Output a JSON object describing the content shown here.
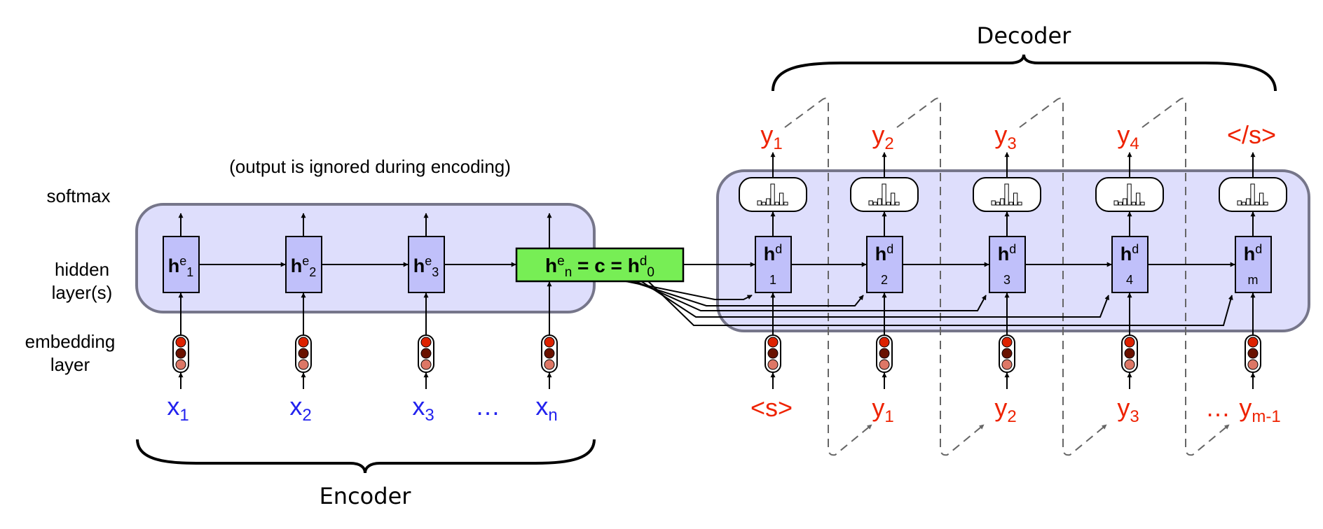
{
  "titles": {
    "decoder": "Decoder",
    "encoder": "Encoder",
    "annotation": "(output is ignored during encoding)"
  },
  "row_labels": {
    "softmax": "softmax",
    "hidden_1": "hidden",
    "hidden_2": "layer(s)",
    "embedding_1": "embedding",
    "embedding_2": "layer"
  },
  "encoder": {
    "cells": [
      {
        "base": "h",
        "sup": "e",
        "sub": "1"
      },
      {
        "base": "h",
        "sup": "e",
        "sub": "2"
      },
      {
        "base": "h",
        "sup": "e",
        "sub": "3"
      }
    ],
    "inputs": [
      {
        "base": "x",
        "sub": "1"
      },
      {
        "base": "x",
        "sub": "2"
      },
      {
        "base": "x",
        "sub": "3"
      },
      {
        "base": "x",
        "sub": "n"
      }
    ],
    "ellipsis": "…",
    "context": {
      "h": "h",
      "e": "e",
      "n": "n",
      "eq1": " = ",
      "c": "c",
      "eq2": " = ",
      "h2": "h",
      "d": "d",
      "zero": "0"
    }
  },
  "decoder": {
    "cells": [
      {
        "base": "h",
        "sup": "d",
        "sub": "1"
      },
      {
        "base": "h",
        "sup": "d",
        "sub": "2"
      },
      {
        "base": "h",
        "sup": "d",
        "sub": "3"
      },
      {
        "base": "h",
        "sup": "d",
        "sub": "4"
      },
      {
        "base": "h",
        "sup": "d",
        "sub": "m"
      }
    ],
    "outputs": [
      {
        "base": "y",
        "sub": "1"
      },
      {
        "base": "y",
        "sub": "2"
      },
      {
        "base": "y",
        "sub": "3"
      },
      {
        "base": "y",
        "sub": "4"
      },
      {
        "base": "</s>",
        "sub": ""
      }
    ],
    "inputs": [
      {
        "base": "<s>",
        "sub": ""
      },
      {
        "base": "y",
        "sub": "1"
      },
      {
        "base": "y",
        "sub": "2"
      },
      {
        "base": "y",
        "sub": "3"
      },
      {
        "base": "y",
        "sub": "m-1"
      }
    ],
    "ellipsis": "…"
  },
  "colors": {
    "box_fill": "#dedefc",
    "box_stroke": "#76768a",
    "cell_fill": "#c0c0fa",
    "context_fill": "#77ee55",
    "red_text": "#ee2200",
    "blue_text": "#2222ee",
    "emb_top": "#dd2200",
    "emb_mid": "#6a1200",
    "emb_bot": "#dd7766"
  }
}
